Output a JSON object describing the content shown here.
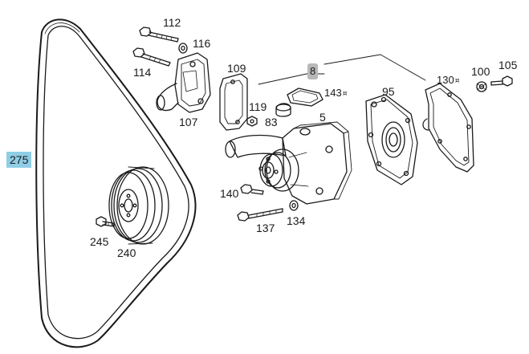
{
  "diagram": {
    "colors": {
      "ink": "#1a1a1a",
      "highlight_blue": "#8fcde6",
      "highlight_gray": "#b8b8b8",
      "background": "#ffffff"
    },
    "callouts": {
      "c275": "275",
      "c112": "112",
      "c116": "116",
      "c114": "114",
      "c107": "107",
      "c109": "109",
      "c8": "8",
      "c143": "143",
      "c95": "95",
      "c130": "130",
      "c100": "100",
      "c105": "105",
      "c119": "119",
      "c83": "83",
      "c5": "5",
      "c140": "140",
      "c137": "137",
      "c134": "134",
      "c245": "245",
      "c240": "240"
    },
    "marker_glyph": "¤"
  }
}
